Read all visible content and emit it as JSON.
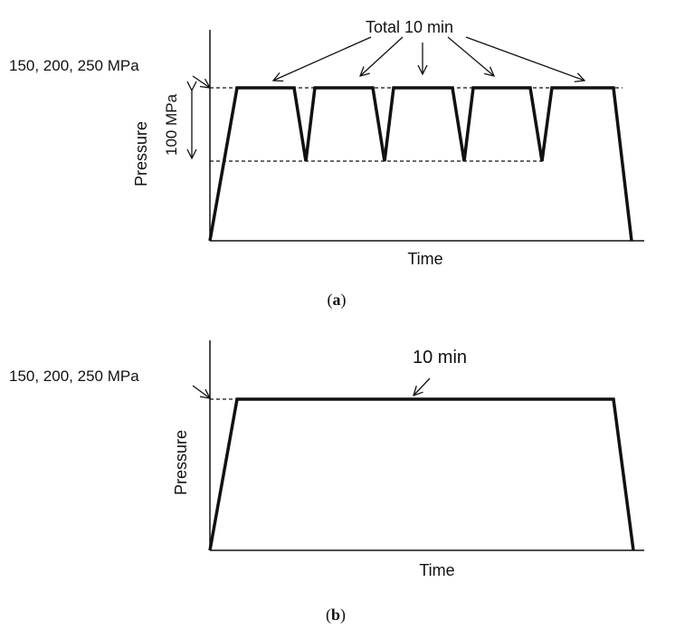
{
  "panel_a": {
    "pressure_level_label": "150, 200, 250 MPa",
    "amplitude_label": "100 MPa",
    "hold_label": "Total 10 min",
    "y_axis_label": "Pressure",
    "x_axis_label": "Time",
    "caption_open": "(",
    "caption_letter": "a",
    "caption_close": ")"
  },
  "panel_b": {
    "pressure_level_label": "150, 200, 250 MPa",
    "hold_label": "10 min",
    "y_axis_label": "Pressure",
    "x_axis_label": "Time",
    "caption_open": "(",
    "caption_letter": "b",
    "caption_close": ")"
  }
}
